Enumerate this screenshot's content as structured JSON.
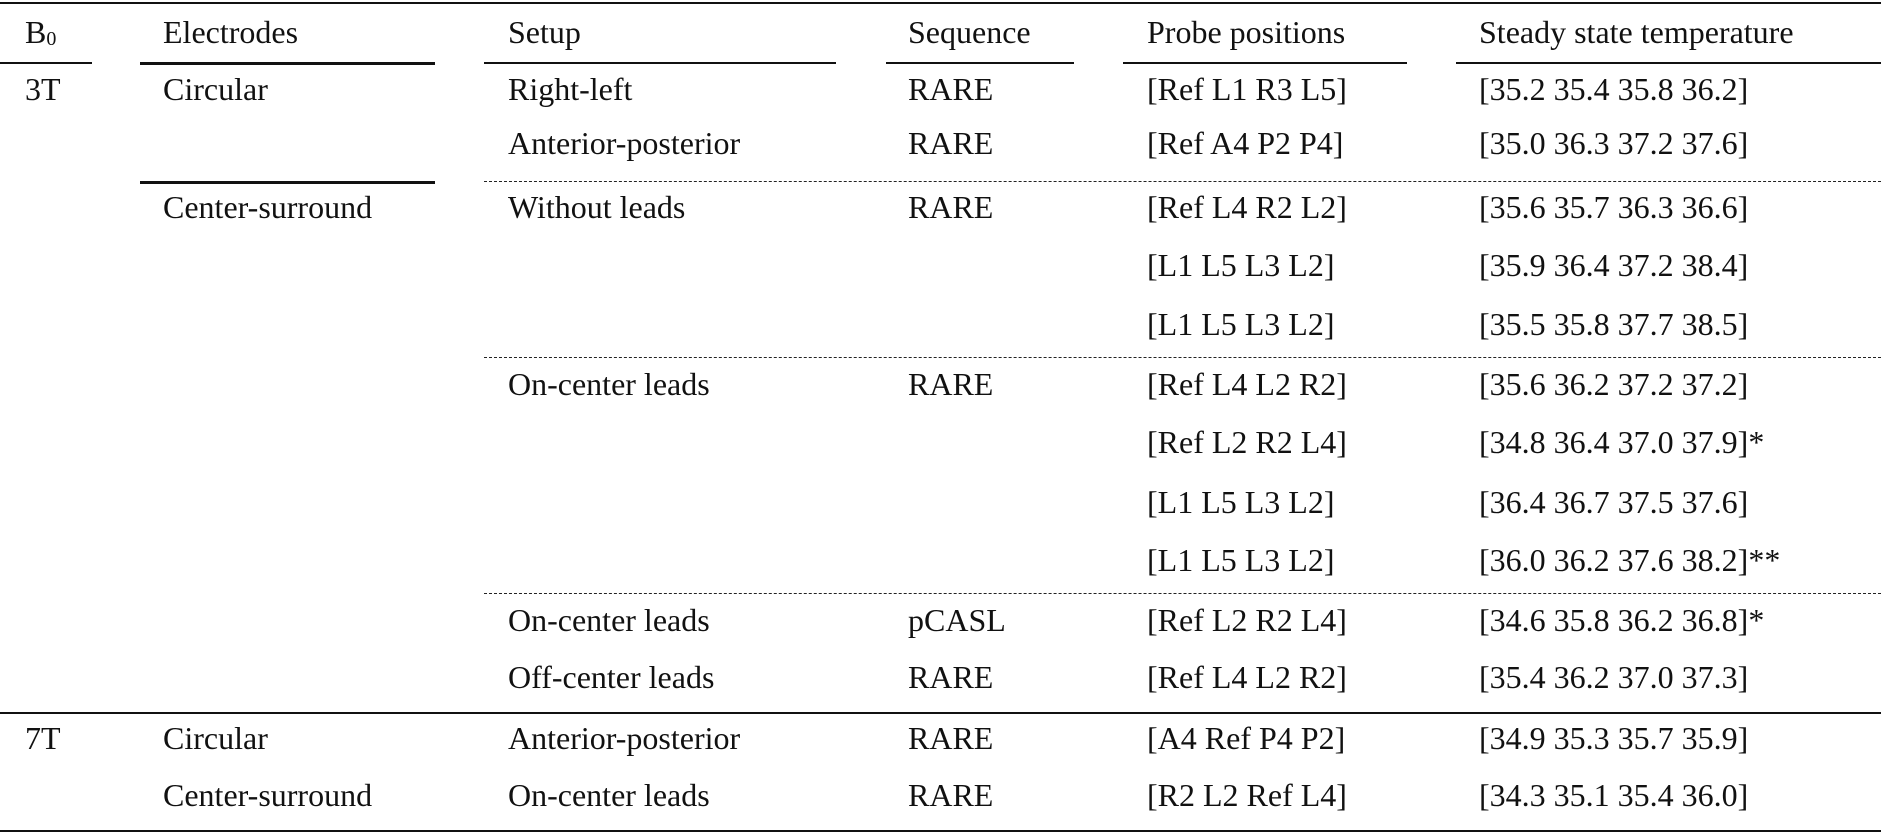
{
  "table": {
    "headers": {
      "b0": "B",
      "b0_sub": "0",
      "electrodes": "Electrodes",
      "setup": "Setup",
      "sequence": "Sequence",
      "probe": "Probe positions",
      "temp": "Steady state temperature"
    },
    "rows": [
      {
        "b0": "3T",
        "electrodes": "Circular",
        "setup": "Right-left",
        "sequence": "RARE",
        "probe": "[Ref L1 R3 L5]",
        "temp": "[35.2 35.4 35.8 36.2]"
      },
      {
        "b0": "",
        "electrodes": "",
        "setup": "Anterior-posterior",
        "sequence": "RARE",
        "probe": "[Ref A4 P2 P4]",
        "temp": "[35.0 36.3 37.2 37.6]"
      },
      {
        "b0": "",
        "electrodes": "Center-surround",
        "setup": "Without leads",
        "sequence": "RARE",
        "probe": "[Ref L4 R2 L2]",
        "temp": "[35.6 35.7 36.3 36.6]"
      },
      {
        "b0": "",
        "electrodes": "",
        "setup": "",
        "sequence": "",
        "probe": "[L1 L5 L3 L2]",
        "temp": "[35.9 36.4 37.2 38.4]"
      },
      {
        "b0": "",
        "electrodes": "",
        "setup": "",
        "sequence": "",
        "probe": "[L1 L5 L3 L2]",
        "temp": "[35.5 35.8 37.7 38.5]"
      },
      {
        "b0": "",
        "electrodes": "",
        "setup": "On-center leads",
        "sequence": "RARE",
        "probe": "[Ref L4 L2 R2]",
        "temp": "[35.6 36.2 37.2 37.2]"
      },
      {
        "b0": "",
        "electrodes": "",
        "setup": "",
        "sequence": "",
        "probe": "[Ref L2 R2 L4]",
        "temp": "[34.8 36.4 37.0 37.9]*"
      },
      {
        "b0": "",
        "electrodes": "",
        "setup": "",
        "sequence": "",
        "probe": "[L1 L5 L3 L2]",
        "temp": "[36.4 36.7 37.5 37.6]"
      },
      {
        "b0": "",
        "electrodes": "",
        "setup": "",
        "sequence": "",
        "probe": "[L1 L5 L3 L2]",
        "temp": "[36.0 36.2 37.6 38.2]**"
      },
      {
        "b0": "",
        "electrodes": "",
        "setup": "On-center leads",
        "sequence": "pCASL",
        "probe": "[Ref L2 R2 L4]",
        "temp": "[34.6 35.8 36.2 36.8]*"
      },
      {
        "b0": "",
        "electrodes": "",
        "setup": "Off-center leads",
        "sequence": "RARE",
        "probe": "[Ref L4 L2 R2]",
        "temp": "[35.4 36.2 37.0 37.3]"
      },
      {
        "b0": "7T",
        "electrodes": "Circular",
        "setup": "Anterior-posterior",
        "sequence": "RARE",
        "probe": "[A4 Ref P4 P2]",
        "temp": "[34.9 35.3 35.7 35.9]"
      },
      {
        "b0": "",
        "electrodes": "Center-surround",
        "setup": "On-center leads",
        "sequence": "RARE",
        "probe": "[R2 L2 Ref L4]",
        "temp": "[34.3 35.1 35.4 36.0]"
      }
    ]
  }
}
